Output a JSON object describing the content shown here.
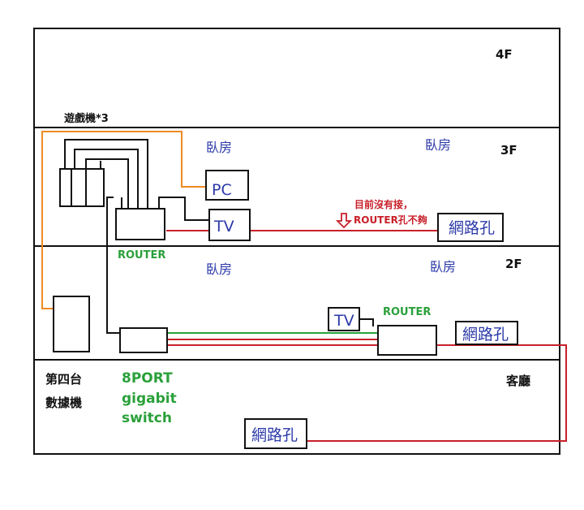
{
  "floors": {
    "f4": "4F",
    "f3": "3F",
    "f2": "2F"
  },
  "rooms": {
    "bedroom": "臥房",
    "living_room": "客廳"
  },
  "devices": {
    "game_consoles": "遊戲機*3",
    "pc": "PC",
    "tv": "TV",
    "router": "ROUTER",
    "network_jack": "網路孔",
    "modem_line1": "第四台",
    "modem_line2": "數據機",
    "switch_line1": "8PORT",
    "switch_line2": "gigabit",
    "switch_line3": "switch"
  },
  "notes": {
    "note_line1": "目前沒有接，",
    "note_line2": "ROUTER孔不夠"
  },
  "colors": {
    "label_blue": "#2b39a8",
    "label_green": "#2aa03a",
    "wire_red": "#c8202a",
    "wire_orange": "#f08a24",
    "wire_green": "#2aa03a",
    "wire_black": "#111111"
  }
}
